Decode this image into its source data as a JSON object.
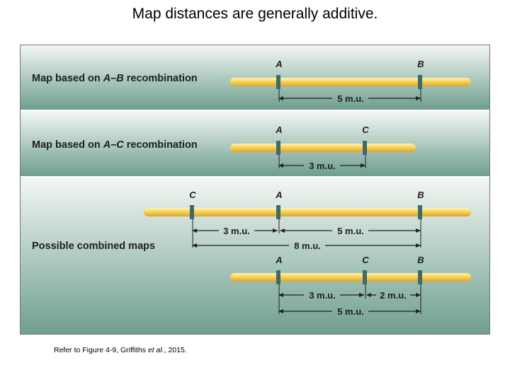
{
  "slide": {
    "title": "Map distances are generally additive.",
    "caption_prefix": "Refer to Figure 4-9, Griffiths ",
    "caption_italic": "et al.",
    "caption_suffix": ", 2015."
  },
  "panels": [
    {
      "label_prefix": "Map based on ",
      "label_italic": "A–B",
      "label_suffix": " recombination",
      "loci": [
        "A",
        "B"
      ],
      "distances": [
        "5 m.u."
      ]
    },
    {
      "label_prefix": "Map based on ",
      "label_italic": "A–C",
      "label_suffix": " recombination",
      "loci": [
        "A",
        "C"
      ],
      "distances": [
        "3 m.u."
      ]
    },
    {
      "label": "Possible combined maps",
      "map1": {
        "loci": [
          "C",
          "A",
          "B"
        ],
        "distances": [
          "3 m.u.",
          "5 m.u.",
          "8 m.u."
        ]
      },
      "map2": {
        "loci": [
          "A",
          "C",
          "B"
        ],
        "distances": [
          "3 m.u.",
          "2 m.u.",
          "5 m.u."
        ]
      }
    }
  ],
  "colors": {
    "panel_top": "#f3f7f4",
    "panel_bottom": "#6e9e8e",
    "chromosome": "#f2c94c",
    "chromosome_highlight": "#fff3b0",
    "locus_band": "#3d6a6e",
    "label_text": "#1f1f1f"
  }
}
